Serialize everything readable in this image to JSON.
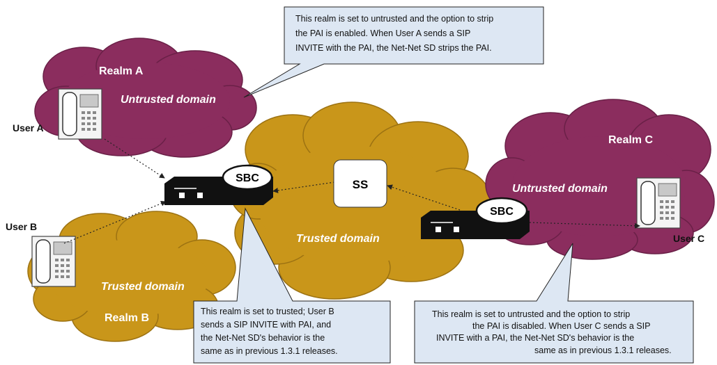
{
  "realms": {
    "a": {
      "title": "Realm A",
      "domain": "Untrusted domain"
    },
    "b": {
      "title": "Realm B",
      "domain": "Trusted domain"
    },
    "c": {
      "title": "Realm C",
      "domain": "Untrusted domain"
    },
    "core": {
      "domain": "Trusted domain"
    }
  },
  "users": {
    "a": "User A",
    "b": "User B",
    "c": "User C"
  },
  "devices": {
    "sbc_left": "SBC",
    "sbc_right": "SBC",
    "ss": "SS"
  },
  "callouts": {
    "top": [
      "This realm is set to untrusted and the option to strip",
      "the PAI is enabled. When User A sends a SIP",
      "INVITE with the PAI, the Net-Net SD strips the PAI."
    ],
    "bottom_left": [
      "This realm is set to trusted; User B",
      "sends a SIP INVITE with PAI, and",
      "the Net-Net SD's behavior is the",
      "same as in previous 1.3.1 releases."
    ],
    "bottom_right": [
      "This realm is set to untrusted and the option to strip",
      "the PAI is disabled. When User C sends a SIP",
      "INVITE with a PAI, the Net-Net SD's behavior is the",
      "same as in previous 1.3.1 releases."
    ]
  },
  "colors": {
    "untrusted_cloud": "#8b2d5e",
    "trusted_cloud": "#c9961a",
    "callout_fill": "#dde7f3",
    "device_body": "#111111"
  }
}
